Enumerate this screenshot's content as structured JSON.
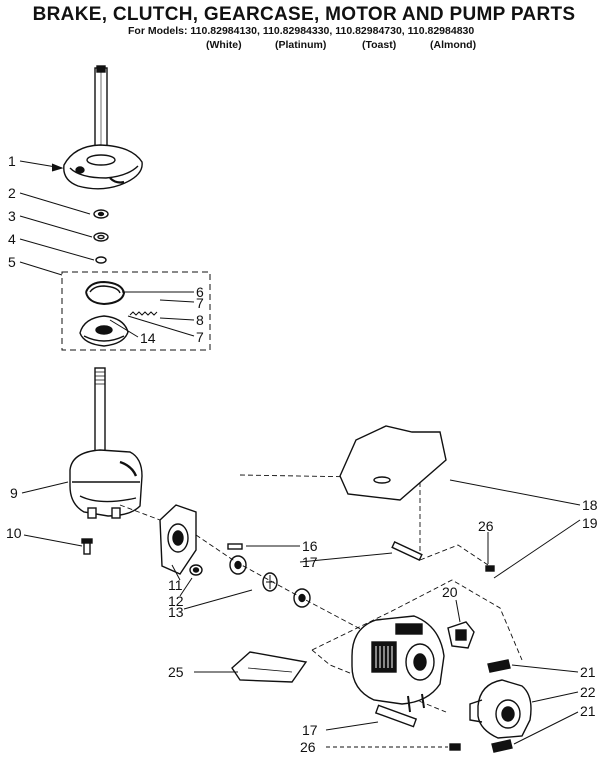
{
  "title": "BRAKE, CLUTCH, GEARCASE, MOTOR AND PUMP PARTS",
  "models_line": "For Models: 110.82984130, 110.82984330, 110.82984730, 110.82984830",
  "finishes": [
    "(White)",
    "(Platinum)",
    "(Toast)",
    "(Almond)"
  ],
  "callouts": {
    "c1": "1",
    "c2": "2",
    "c3": "3",
    "c4": "4",
    "c5": "5",
    "c6": "6",
    "c7a": "7",
    "c8": "8",
    "c7b": "7",
    "c14": "14",
    "c9": "9",
    "c10": "10",
    "c11": "11",
    "c12": "12",
    "c13": "13",
    "c16": "16",
    "c17a": "17",
    "c18": "18",
    "c19": "19",
    "c26a": "26",
    "c20": "20",
    "c21a": "21",
    "c22": "22",
    "c21b": "21",
    "c25": "25",
    "c17b": "17",
    "c26b": "26"
  }
}
